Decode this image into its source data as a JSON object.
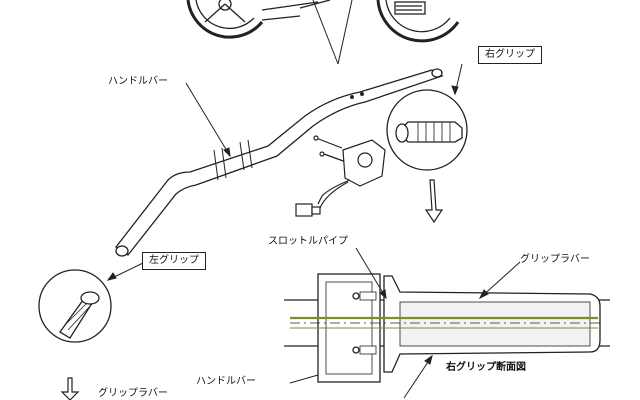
{
  "labels": {
    "handlebar_top": "ハンドルバー",
    "right_grip": "右グリップ",
    "left_grip": "左グリップ",
    "throttle_pipe": "スロットルパイプ",
    "grip_rubber_right": "グリップラバー",
    "handlebar_bottom": "ハンドルバー",
    "grip_rubber_left": "グリップラバー",
    "section_title": "右グリップ断面図"
  },
  "colors": {
    "line": "#222222",
    "pipe_fill": "#f2f2f2",
    "core_stripe": "#7a8f2a"
  }
}
